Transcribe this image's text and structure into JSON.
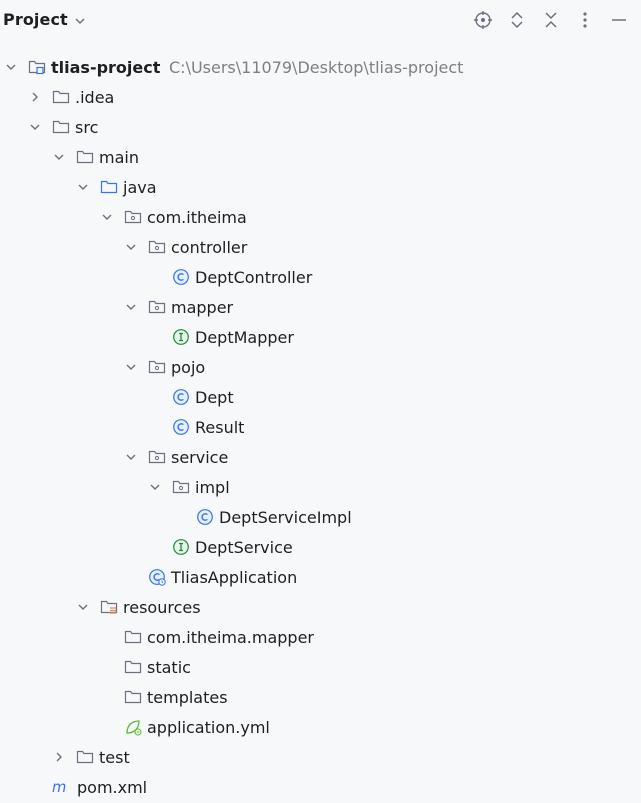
{
  "panel": {
    "title": "Project"
  },
  "toolbar": {
    "icons": [
      "locate-icon",
      "expand-all-icon",
      "collapse-all-icon",
      "more-options-icon",
      "hide-panel-icon"
    ]
  },
  "tree": [
    {
      "label": "tlias-project",
      "hint": "C:\\Users\\11079\\Desktop\\tlias-project",
      "depth": 0,
      "expand": "open",
      "icon": "module-folder",
      "bold": true
    },
    {
      "label": ".idea",
      "depth": 1,
      "expand": "closed",
      "icon": "folder"
    },
    {
      "label": "src",
      "depth": 1,
      "expand": "open",
      "icon": "folder"
    },
    {
      "label": "main",
      "depth": 2,
      "expand": "open",
      "icon": "folder"
    },
    {
      "label": "java",
      "depth": 3,
      "expand": "open",
      "icon": "source-folder"
    },
    {
      "label": "com.itheima",
      "depth": 4,
      "expand": "open",
      "icon": "package"
    },
    {
      "label": "controller",
      "depth": 5,
      "expand": "open",
      "icon": "package"
    },
    {
      "label": "DeptController",
      "depth": 6,
      "expand": "none",
      "icon": "class"
    },
    {
      "label": "mapper",
      "depth": 5,
      "expand": "open",
      "icon": "package"
    },
    {
      "label": "DeptMapper",
      "depth": 6,
      "expand": "none",
      "icon": "interface"
    },
    {
      "label": "pojo",
      "depth": 5,
      "expand": "open",
      "icon": "package"
    },
    {
      "label": "Dept",
      "depth": 6,
      "expand": "none",
      "icon": "class"
    },
    {
      "label": "Result",
      "depth": 6,
      "expand": "none",
      "icon": "class"
    },
    {
      "label": "service",
      "depth": 5,
      "expand": "open",
      "icon": "package"
    },
    {
      "label": "impl",
      "depth": 6,
      "expand": "open",
      "icon": "package"
    },
    {
      "label": "DeptServiceImpl",
      "depth": 7,
      "expand": "none",
      "icon": "class"
    },
    {
      "label": "DeptService",
      "depth": 6,
      "expand": "none",
      "icon": "interface"
    },
    {
      "label": "TliasApplication",
      "depth": 5,
      "expand": "none",
      "icon": "app-class"
    },
    {
      "label": "resources",
      "depth": 3,
      "expand": "open",
      "icon": "resources-folder"
    },
    {
      "label": "com.itheima.mapper",
      "depth": 4,
      "expand": "none",
      "icon": "folder"
    },
    {
      "label": "static",
      "depth": 4,
      "expand": "none",
      "icon": "folder"
    },
    {
      "label": "templates",
      "depth": 4,
      "expand": "none",
      "icon": "folder"
    },
    {
      "label": "application.yml",
      "depth": 4,
      "expand": "none",
      "icon": "yaml-file"
    },
    {
      "label": "test",
      "depth": 2,
      "expand": "closed",
      "icon": "folder"
    },
    {
      "label": "pom.xml",
      "depth": 1,
      "expand": "none",
      "icon": "maven-file"
    }
  ]
}
